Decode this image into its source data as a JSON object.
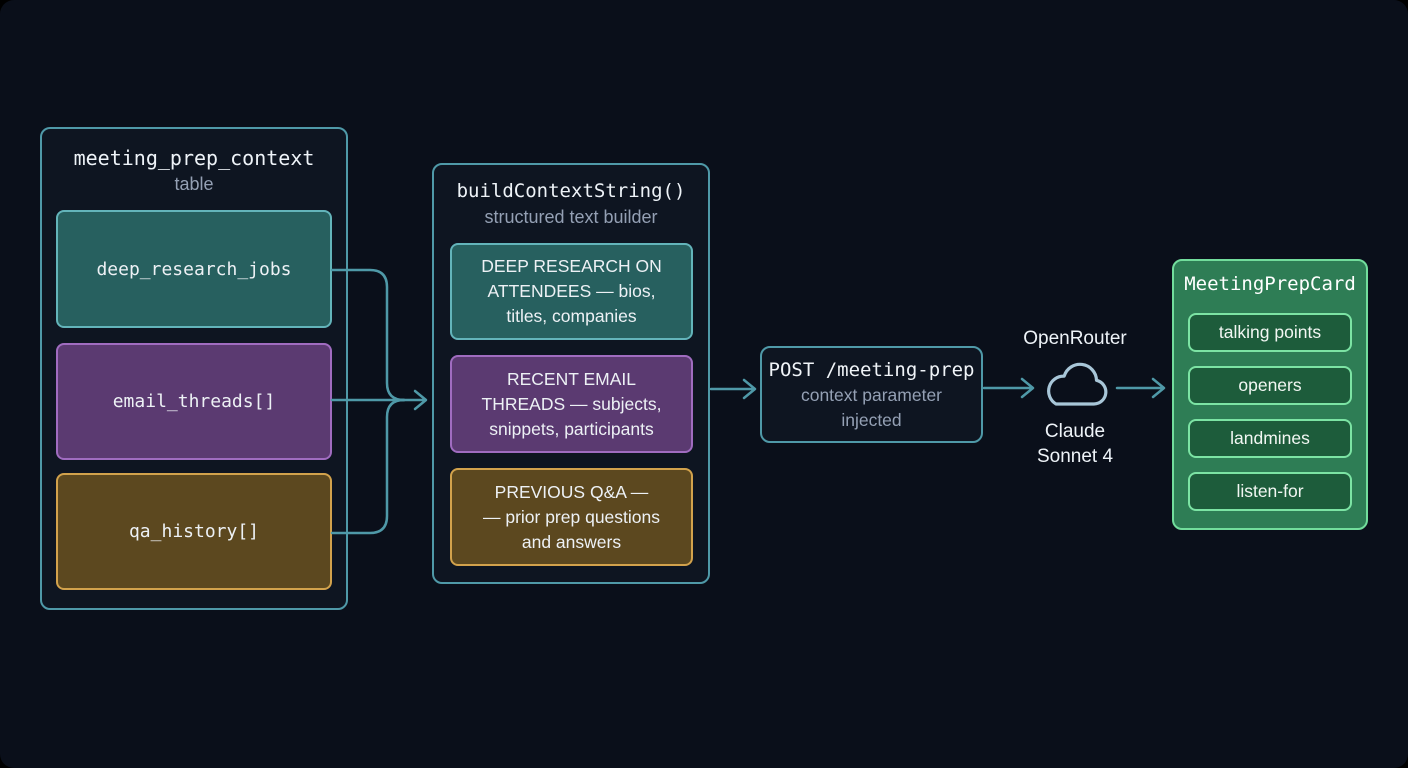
{
  "diagram": {
    "table_box": {
      "title": "meeting_prep_context",
      "subtitle": "table",
      "fields": [
        {
          "label": "deep_research_jobs",
          "color": "#27605f"
        },
        {
          "label": "email_threads[]",
          "color": "#5b3a71"
        },
        {
          "label": "qa_history[]",
          "color": "#5c481f"
        }
      ]
    },
    "builder_box": {
      "title": "buildContextString()",
      "subtitle": "structured text builder",
      "sections": [
        {
          "label": "DEEP RESEARCH ON\nATTENDEES — bios,\ntitles, companies",
          "color": "#27605f"
        },
        {
          "label": "RECENT EMAIL\nTHREADS — subjects,\nsnippets, participants",
          "color": "#5b3a71"
        },
        {
          "label": "PREVIOUS Q&A —\n— prior prep questions\nand answers",
          "color": "#5c481f"
        }
      ]
    },
    "endpoint_box": {
      "title": "POST /meeting-prep",
      "subtitle": "context parameter\ninjected"
    },
    "router": {
      "label": "OpenRouter",
      "model": "Claude\nSonnet 4",
      "icon": "cloud-icon"
    },
    "card": {
      "title": "MeetingPrepCard",
      "items": [
        {
          "label": "talking points"
        },
        {
          "label": "openers"
        },
        {
          "label": "landmines"
        },
        {
          "label": "listen-for"
        }
      ]
    },
    "colors": {
      "background": "#0a0f1a",
      "connector_teal": "#4f99a8",
      "cloud_outline": "#a8c6d8",
      "teal_fill": "#27605f",
      "teal_border": "#63b4ba",
      "purple_fill": "#5b3a71",
      "purple_border": "#a06cc0",
      "gold_fill": "#5c481f",
      "gold_border": "#d2a24c",
      "green_card_fill": "#2e7d55",
      "green_card_border": "#72dd9c",
      "green_item_fill": "#1d5c3b",
      "green_item_border": "#7ce4a4",
      "muted_text": "#94a0b4"
    }
  }
}
